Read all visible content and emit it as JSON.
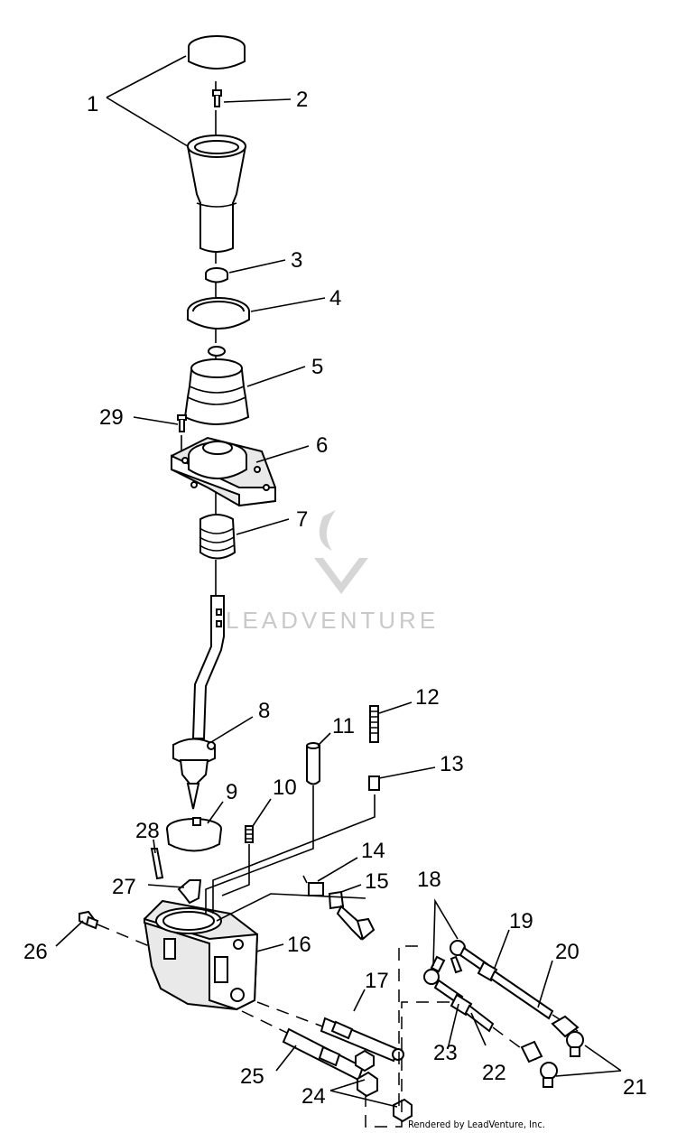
{
  "diagram": {
    "callouts": [
      "1",
      "2",
      "3",
      "4",
      "5",
      "6",
      "7",
      "8",
      "9",
      "10",
      "11",
      "12",
      "13",
      "14",
      "15",
      "16",
      "17",
      "18",
      "19",
      "20",
      "21",
      "22",
      "23",
      "24",
      "25",
      "26",
      "27",
      "28",
      "29"
    ],
    "watermark": "LEADVENTURE",
    "credit": "Rendered by LeadVenture, Inc."
  },
  "colors": {
    "ink": "#000000",
    "watermark": "#c9c9c9",
    "background": "#ffffff"
  }
}
